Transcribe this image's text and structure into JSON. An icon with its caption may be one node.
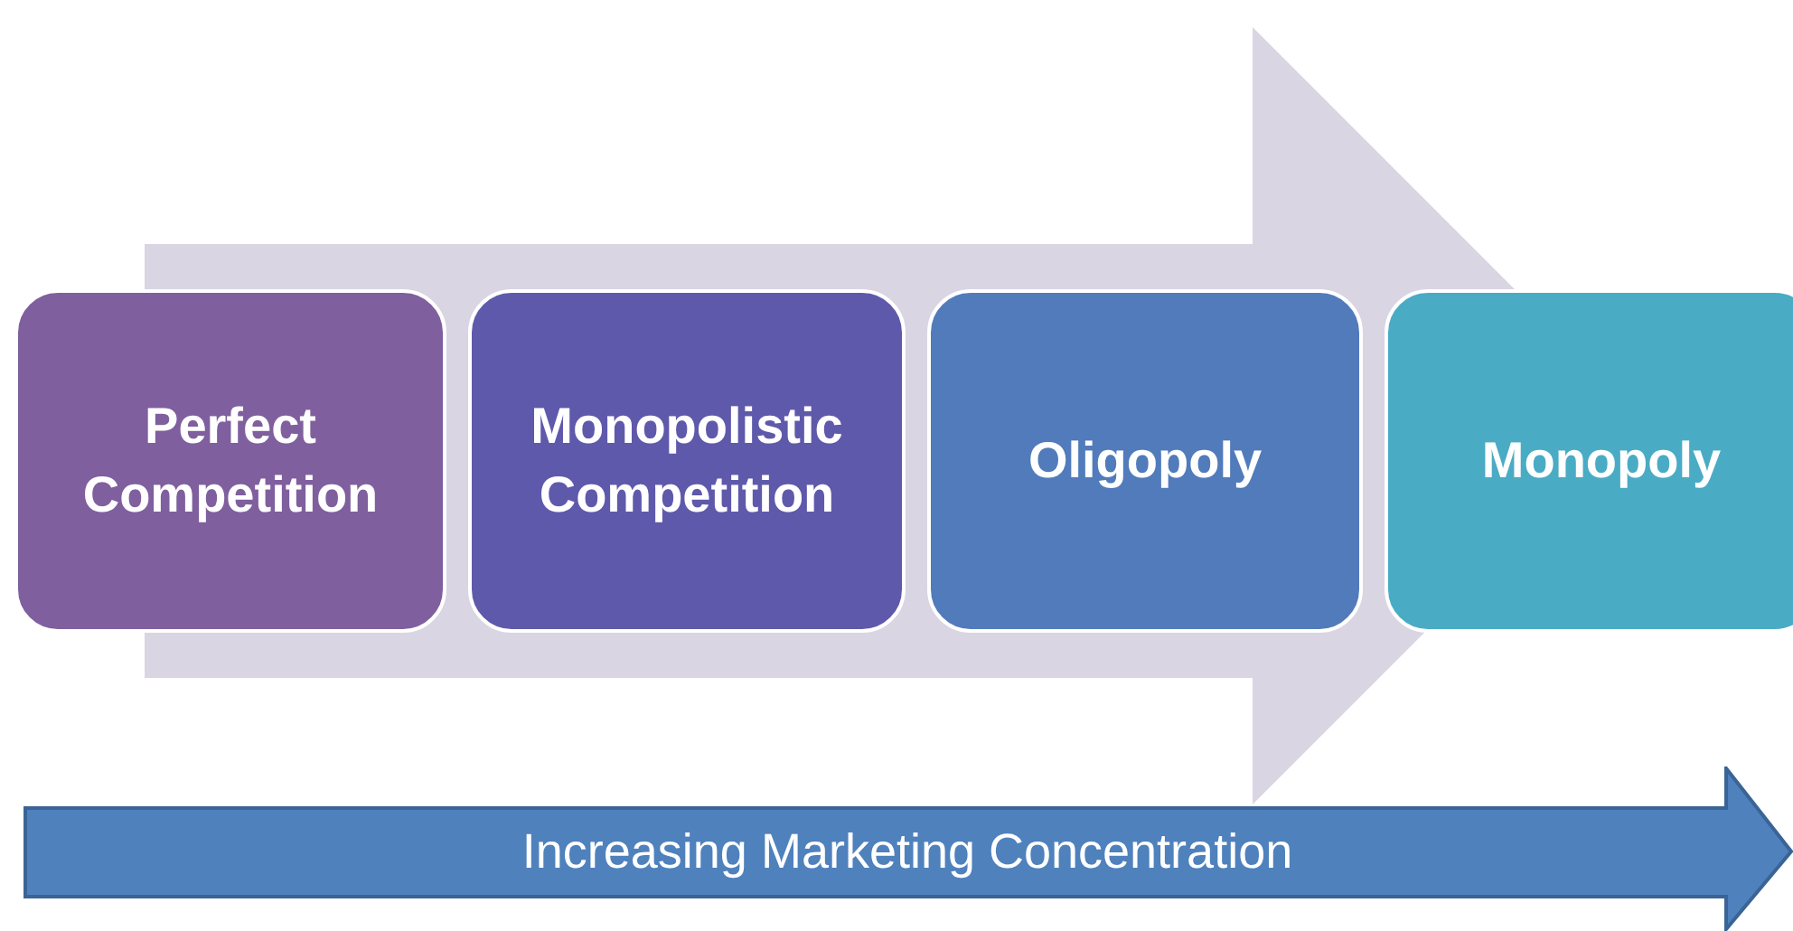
{
  "diagram": {
    "nodes": [
      {
        "text": [
          "Perfect Competition"
        ]
      },
      {
        "text": [
          "Monopolistic Competition"
        ]
      },
      {
        "text": [
          "Oligopoly"
        ]
      },
      {
        "text": [
          "Monopoly"
        ]
      },
      {
        "text": [
          "Increasing Marketing Concentration"
        ]
      }
    ],
    "edges": [
      {
        "from": 0,
        "to": 3,
        "arrow": "to",
        "style": "thick",
        "color": "#d9d5e3"
      }
    ]
  }
}
